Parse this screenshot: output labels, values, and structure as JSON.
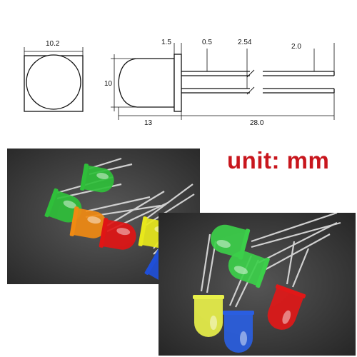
{
  "drawing": {
    "front_view": {
      "width_label": "10.2"
    },
    "side_view": {
      "height_label": "10",
      "flange_label": "1.5",
      "lead_width_label": "0.5",
      "pitch_label": "2.54",
      "lead_end_label": "2.0",
      "body_length_label": "13",
      "lead_length_label": "28.0"
    }
  },
  "unit_label": "unit: mm",
  "photos": {
    "left": {
      "led_colors": [
        "#2fbf3a",
        "#f08a12",
        "#e01515",
        "#e8e81c",
        "#1f4fd8",
        "#2fbf3a"
      ]
    },
    "right": {
      "led_colors": [
        "#3ccf4a",
        "#3ccf4a",
        "#e8f04a",
        "#2a5ee0",
        "#e01818"
      ]
    }
  },
  "colors": {
    "accent": "#c8161d",
    "line": "#111111",
    "photo_bg": "#3e3e3e"
  }
}
